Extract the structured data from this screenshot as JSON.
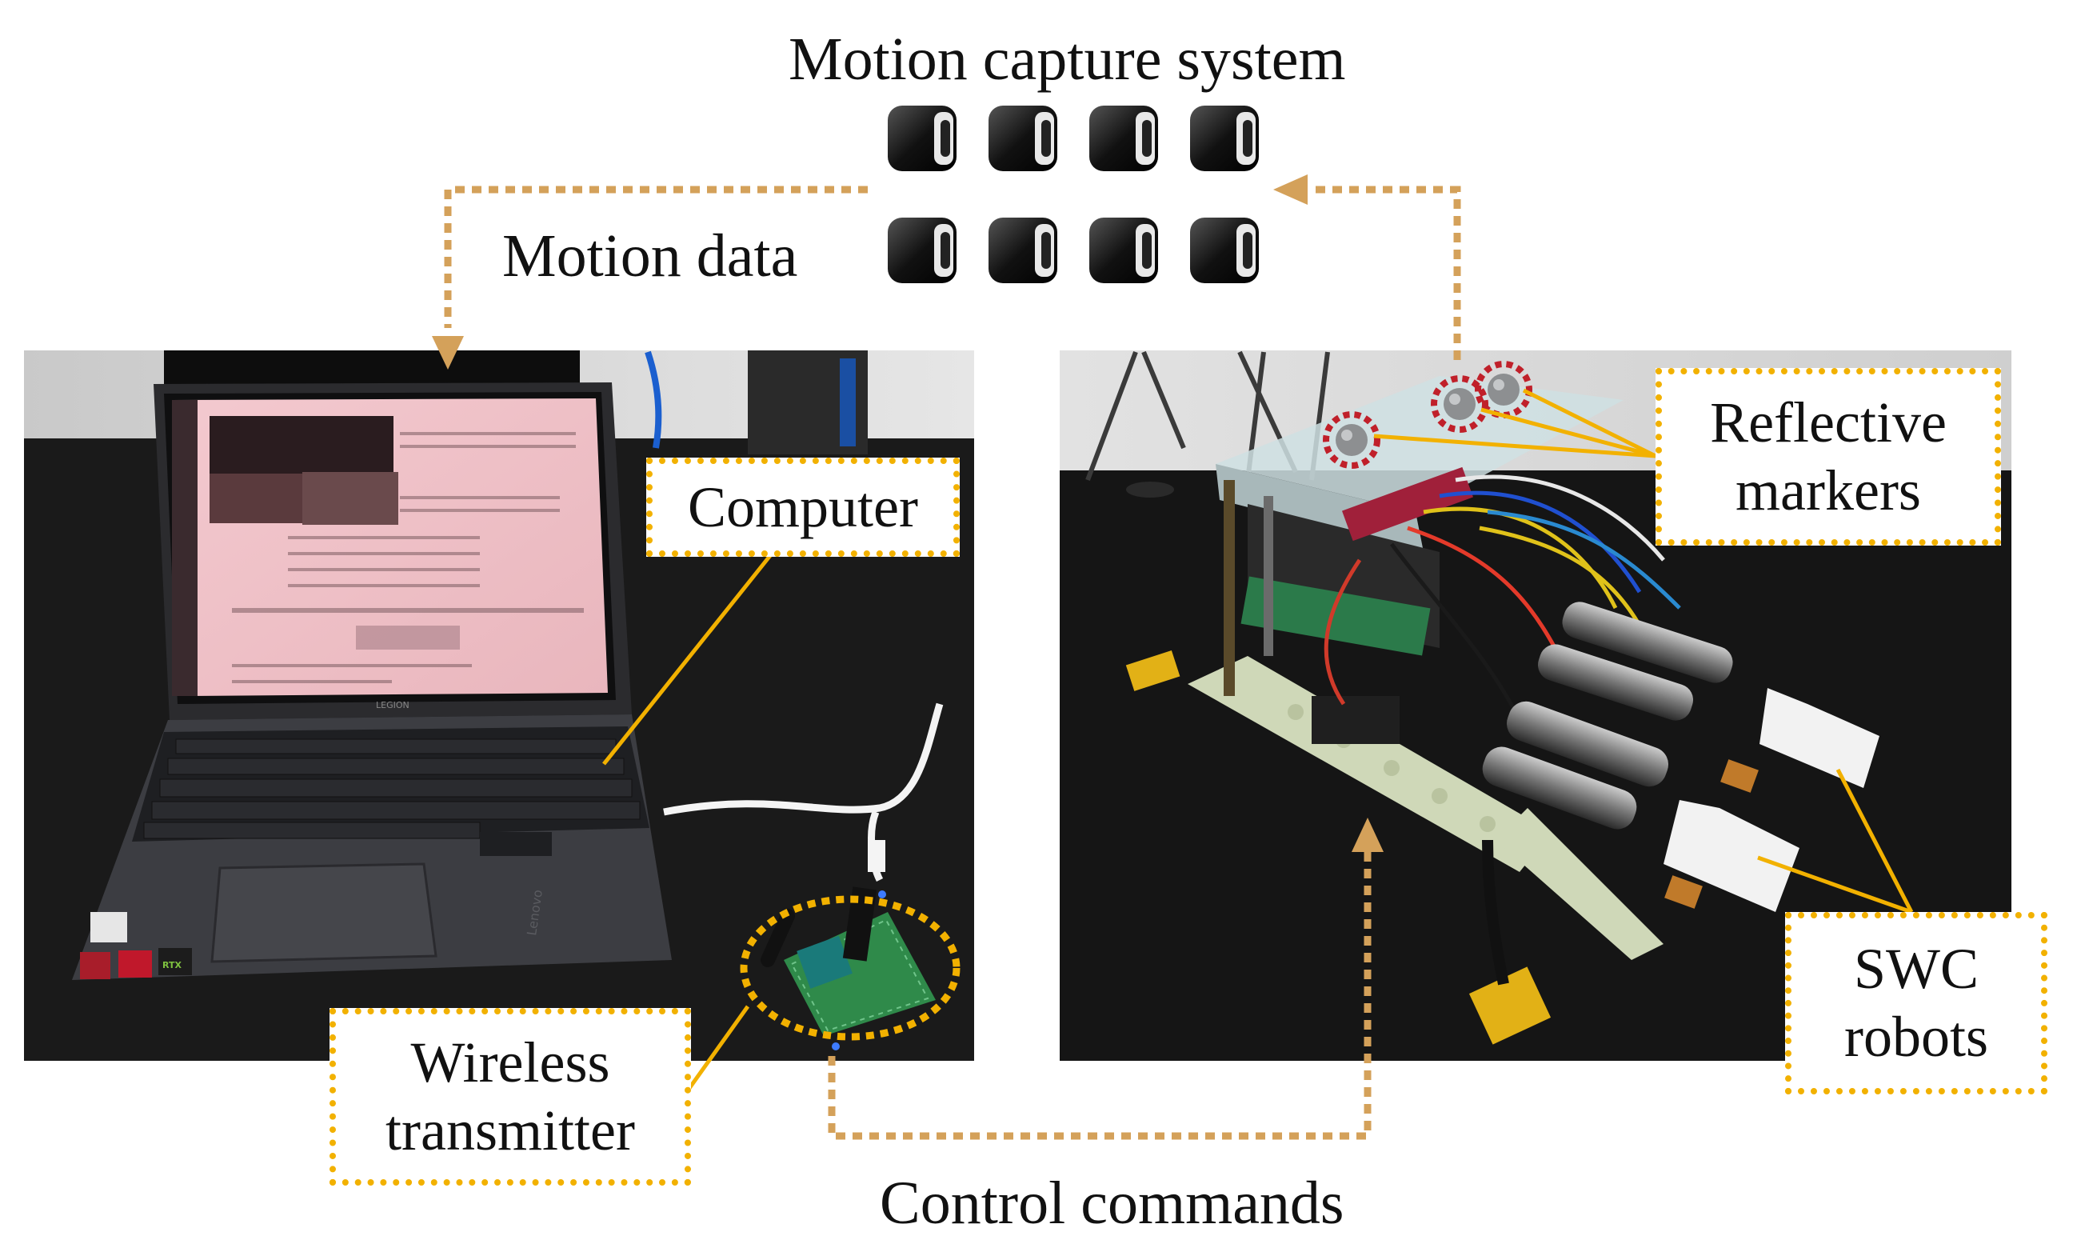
{
  "labels": {
    "motion_capture_system": "Motion capture system",
    "motion_data": "Motion data",
    "computer": "Computer",
    "reflective_markers_line1": "Reflective",
    "reflective_markers_line2": "markers",
    "wireless_transmitter_line1": "Wireless",
    "wireless_transmitter_line2": "transmitter",
    "swc_robots_line1": "SWC",
    "swc_robots_line2": "robots",
    "control_commands": "Control commands"
  },
  "laptop_screen": {
    "logo": "LEGION",
    "brand": "Lenovo",
    "gpu_badge": "RTX"
  },
  "colors": {
    "label_border": "#f2b100",
    "leader_line": "#f2b100",
    "flow_arrow": "#d4a15a",
    "marker_ring": "#c0202a",
    "table": "#151515",
    "wall": "#dedede",
    "pcb": "#2f8a4a"
  }
}
